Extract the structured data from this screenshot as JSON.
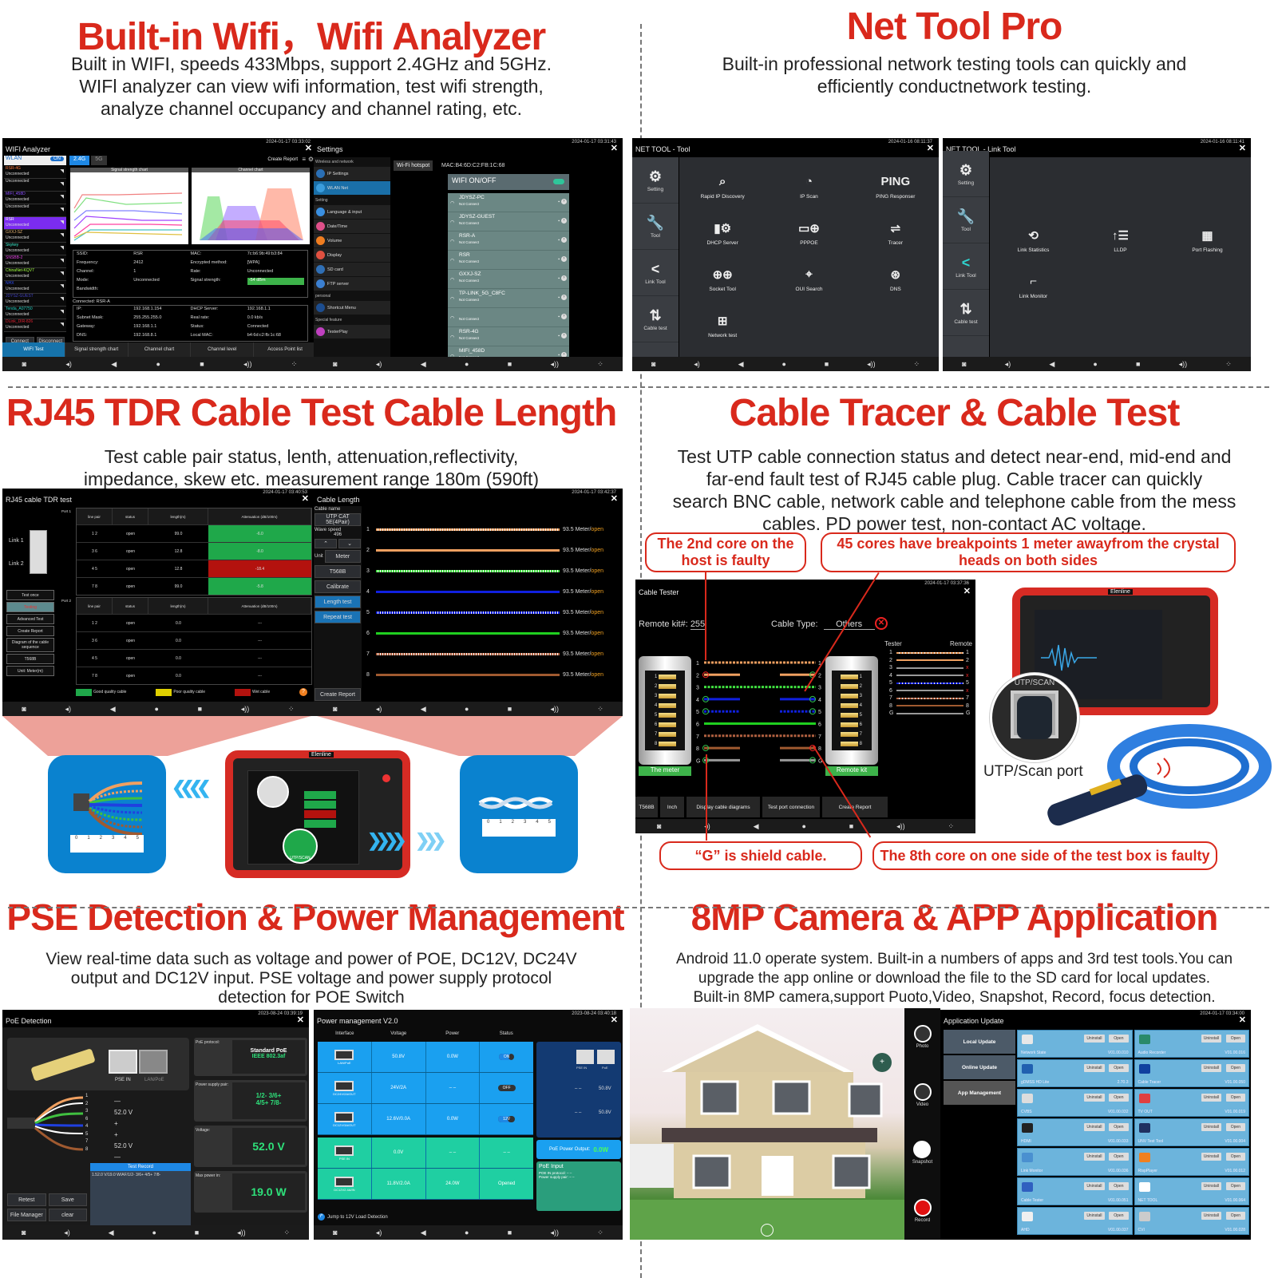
{
  "sections": {
    "wifi": {
      "title": "Built-in Wifi，Wifi Analyzer",
      "desc": [
        "Built in WIFI, speeds 433Mbps, support 2.4GHz and 5GHz.",
        "WIFl analyzer can view wifi information, test wifi strength,",
        "analyze channel occupancy and channel rating, etc."
      ]
    },
    "nettool": {
      "title": "Net Tool Pro",
      "desc": [
        "Built-in professional network testing tools can quickly and",
        "efficiently conductnetwork testing."
      ]
    },
    "tdr": {
      "title": "RJ45 TDR Cable Test Cable Length",
      "desc": [
        "Test cable pair status, lenth, attenuation,reflectivity,",
        "impedance, skew etc. measurement range 180m (590ft)"
      ]
    },
    "tracer": {
      "title": "Cable Tracer & Cable Test",
      "desc": [
        "Test UTP cable connection status and detect near-end, mid-end and",
        "far-end fault test of RJ45 cable plug. Cable tracer can quickly",
        "search BNC cable, network cable and telephone cable from the mess",
        "cables. PD power test, non-contact AC voltage."
      ]
    },
    "pse": {
      "title": "PSE Detection & Power Management",
      "desc": [
        "View real-time data such as voltage and power of POE, DC12V, DC24V",
        "output and DC12V input. PSE voltage and power supply protocol",
        "detection for POE Switch"
      ]
    },
    "camera": {
      "title": "8MP Camera & APP Application",
      "desc": [
        "Android 11.0 operate system. Built-in a numbers of apps and 3rd test tools.You can",
        "upgrade the app online or download the file to the SD card for local updates.",
        "Built-in 8MP camera,support Puoto,Video, Snapshot, Record, focus detection."
      ]
    }
  },
  "wifi_analyzer": {
    "title": "WIFI Analyzer",
    "status": "2024-01-17 03:33:02",
    "wlan_label": "WLAN",
    "toggle": "ON",
    "bands": [
      "2.4G",
      "5G"
    ],
    "create_report": "Create Report",
    "chart_titles": [
      "Signal strength chart",
      "Channel chart"
    ],
    "networks": [
      {
        "name": "RSR-4G",
        "state": "Unconnected",
        "color": "#ff7a3c"
      },
      {
        "name": "",
        "state": "Unconnected",
        "color": "#ccc"
      },
      {
        "name": "MIFI_458D",
        "state": "Unconnected",
        "color": "#8a4cff"
      },
      {
        "name": "",
        "state": "Unconnected",
        "color": "#ccc"
      },
      {
        "name": "RSR",
        "state": "Unconnected",
        "color": "#fff"
      },
      {
        "name": "GXXJ-SZ",
        "state": "Unconnected",
        "color": "#e0b070"
      },
      {
        "name": "Skykey",
        "state": "Unconnected",
        "color": "#3cf0d0"
      },
      {
        "name": "SNSBB-2",
        "state": "Unconnected",
        "color": "#e040e0"
      },
      {
        "name": "ChinaNet-KQV7",
        "state": "Unconnected",
        "color": "#a0ff40"
      },
      {
        "name": "NHX",
        "state": "Unconnected",
        "color": "#3050ff"
      },
      {
        "name": "JDYSZ-GUEST",
        "state": "Unconnected",
        "color": "#4040c0"
      },
      {
        "name": "Tenda_A07750",
        "state": "Unconnected",
        "color": "#20d0c0"
      },
      {
        "name": "DLink_DIR-826",
        "state": "Unconnected",
        "color": "#e02030"
      }
    ],
    "buttons": [
      "Connect",
      "Disconnect"
    ],
    "info": [
      [
        "SSID:",
        "RSR",
        "MAC:",
        "7c:b6:9b:49:b3:84"
      ],
      [
        "Frequency:",
        "2412",
        "Encrypted method:",
        "[WPA]"
      ],
      [
        "Channel:",
        "1",
        "Rate:",
        "Unconnected"
      ],
      [
        "Mode:",
        "Unconnected",
        "Signal strength:",
        "-54 dBm"
      ],
      [
        "Bandwidth:",
        "",
        "",
        ""
      ]
    ],
    "connected": "Connected: RSR-A",
    "info2": [
      [
        "IP:",
        "192.168.1.154",
        "DHCP Server:",
        "192.168.1.1"
      ],
      [
        "Subnet Mask:",
        "255.255.255.0",
        "Real rate:",
        "0.0 kb/s"
      ],
      [
        "Gateway:",
        "192.168.1.1",
        "Status:",
        "Connected"
      ],
      [
        "DNS:",
        "192.168.8.1",
        "Local MAC:",
        "b4:6d:c2:fb:1c:68"
      ]
    ],
    "tabs": [
      "WIFI Test",
      "Signal strength chart",
      "Channel chart",
      "Channel level",
      "Access Point list"
    ]
  },
  "settings": {
    "title": "Settings",
    "status": "2024-01-17 03:31:43",
    "groups": [
      {
        "header": "Wireless and network",
        "items": [
          "IP Settings",
          "WLAN Net"
        ]
      },
      {
        "header": "Setting",
        "items": [
          "Language & input",
          "Date/Time",
          "Volume",
          "Display",
          "SD card",
          "FTP server"
        ]
      },
      {
        "header": "personal",
        "items": [
          "Shortcut Menu"
        ]
      },
      {
        "header": "Special feature",
        "items": [
          "TesterPlay"
        ]
      }
    ],
    "hotspot_btn": "Wi-Fi hotspot",
    "mac": "MAC:B4:6D:C2:FB:1C:68",
    "wifi_toggle_label": "WIFI ON/OFF",
    "wifi_list": [
      {
        "ssid": "JDYSZ-PC",
        "state": "Not Connect"
      },
      {
        "ssid": "JDYSZ-GUEST",
        "state": "Not Connect"
      },
      {
        "ssid": "RSR-A",
        "state": "Not Connect"
      },
      {
        "ssid": "RSR",
        "state": "Not Connect"
      },
      {
        "ssid": "GXXJ-SZ",
        "state": "Not Connect"
      },
      {
        "ssid": "TP-LINK_5G_C8FC",
        "state": "Not Connect"
      },
      {
        "ssid": "",
        "state": "Not Connect"
      },
      {
        "ssid": "RSR-4G",
        "state": "Not Connect"
      },
      {
        "ssid": "MIFI_458D",
        "state": "Not Connect"
      }
    ]
  },
  "nettool_tool": {
    "title": "NET TOOL - Tool",
    "status": "2024-01-16 08:11:37",
    "sidebar": [
      "Setting",
      "Tool",
      "Link Tool",
      "Cable test"
    ],
    "tools": [
      {
        "label": "Rapid IP Discovery",
        "icon": "ip-discovery-icon",
        "glyph": "⌕"
      },
      {
        "label": "IP Scan",
        "icon": "radar-icon",
        "glyph": "◔"
      },
      {
        "label": "PING Responser",
        "icon": "ping-icon",
        "glyph": "PING"
      },
      {
        "label": "DHCP Server",
        "icon": "server-icon",
        "glyph": "▮⚙"
      },
      {
        "label": "PPPOE",
        "icon": "pppoe-icon",
        "glyph": "▭⊕"
      },
      {
        "label": "Tracer",
        "icon": "tracer-icon",
        "glyph": "⇌"
      },
      {
        "label": "Socket Tool",
        "icon": "socket-icon",
        "glyph": "⊕⊕"
      },
      {
        "label": "OUI Search",
        "icon": "oui-icon",
        "glyph": "⌖"
      },
      {
        "label": "DNS",
        "icon": "dns-icon",
        "glyph": "⊛"
      },
      {
        "label": "Network test",
        "icon": "network-test-icon",
        "glyph": "⊞"
      }
    ]
  },
  "nettool_link": {
    "title": "NET TOOL - Link Tool",
    "status": "2024-01-16 08:11:41",
    "sidebar": [
      "Setting",
      "Tool",
      "Link Tool",
      "Cable test"
    ],
    "tools": [
      {
        "label": "Link Statistics",
        "icon": "link-stats-icon",
        "glyph": "⟲"
      },
      {
        "label": "LLDP",
        "icon": "lldp-icon",
        "glyph": "↑☰"
      },
      {
        "label": "Port Flashing",
        "icon": "port-flash-icon",
        "glyph": "▦"
      },
      {
        "label": "Link Monitor",
        "icon": "link-monitor-icon",
        "glyph": "⌐"
      }
    ]
  },
  "tdr_screen": {
    "title": "RJ45 cable TDR test",
    "status": "2024-01-17 03:40:53",
    "links": [
      "Link 1",
      "Link 2"
    ],
    "buttons": [
      "Test once",
      "Testing",
      "Advanced Test",
      "Create Report",
      "Diagram of the cable sequence",
      "T568B",
      "Unit: Meter(m)"
    ],
    "headers": [
      "line pair",
      "status",
      "length(m)",
      "Attenuation (dB/100m)"
    ],
    "ports": [
      {
        "label": "Port 1",
        "rows": [
          {
            "pair": "1 2",
            "status": "open",
            "length": "99.0",
            "atten": "-6.0",
            "quality": "good"
          },
          {
            "pair": "3 6",
            "status": "open",
            "length": "12.8",
            "atten": "-8.0",
            "quality": "good"
          },
          {
            "pair": "4 5",
            "status": "open",
            "length": "12.8",
            "atten": "-18.4",
            "quality": "wet"
          },
          {
            "pair": "7 8",
            "status": "open",
            "length": "99.0",
            "atten": "-5.8",
            "quality": "good"
          }
        ]
      },
      {
        "label": "Port 2",
        "rows": [
          {
            "pair": "1 2",
            "status": "open",
            "length": "0.0",
            "atten": "---",
            "quality": "none"
          },
          {
            "pair": "3 6",
            "status": "open",
            "length": "0.0",
            "atten": "---",
            "quality": "none"
          },
          {
            "pair": "4 5",
            "status": "open",
            "length": "0.0",
            "atten": "---",
            "quality": "none"
          },
          {
            "pair": "7 8",
            "status": "open",
            "length": "0.0",
            "atten": "---",
            "quality": "none"
          }
        ]
      }
    ],
    "legend": [
      {
        "label": "Good quality cable",
        "color": "#1fa84a"
      },
      {
        "label": "Poor quality cable",
        "color": "#e0d000"
      },
      {
        "label": "Wet cable",
        "color": "#b3120e"
      }
    ]
  },
  "cable_length": {
    "title": "Cable Length",
    "status": "2024-01-17 03:42:37",
    "cable_name_label": "Cable name",
    "cable_name": "UTP CAT 5E(4Pair)",
    "wave_speed_label": "Wave speed",
    "wave_speed": "496",
    "unit_label": "Unit",
    "unit": "Meter",
    "buttons": [
      "T568B",
      "Calibrate",
      "Length test",
      "Repeat test",
      "Create Report"
    ],
    "lines": [
      {
        "n": "1",
        "value": "93.5 Meter/",
        "state": "open",
        "color": "#f0a060",
        "striped": true
      },
      {
        "n": "2",
        "value": "93.5 Meter/",
        "state": "open",
        "color": "#f0a060",
        "striped": false
      },
      {
        "n": "3",
        "value": "93.5 Meter/",
        "state": "open",
        "color": "#40e040",
        "striped": true
      },
      {
        "n": "4",
        "value": "93.5 Meter/",
        "state": "open",
        "color": "#1020e0",
        "striped": false
      },
      {
        "n": "5",
        "value": "93.5 Meter/",
        "state": "open",
        "color": "#1020e0",
        "striped": true
      },
      {
        "n": "6",
        "value": "93.5 Meter/",
        "state": "open",
        "color": "#20d020",
        "striped": false
      },
      {
        "n": "7",
        "value": "93.5 Meter/",
        "state": "open",
        "color": "#b06040",
        "striped": true
      },
      {
        "n": "8",
        "value": "93.5 Meter/",
        "state": "open",
        "color": "#a05a30",
        "striped": false
      }
    ]
  },
  "tdr_illustration": {
    "device_brand": "Elenline",
    "port_label": "UTP/SCAN",
    "ruler_ticks": [
      "0",
      "1",
      "2",
      "3",
      "4",
      "5"
    ]
  },
  "cable_tester": {
    "title": "Cable Tester",
    "status": "2024-01-17 03:37:36",
    "remote_kit_label": "Remote kit#:",
    "remote_kit_value": "255",
    "cable_type_label": "Cable Type:",
    "cable_type_value": "Others",
    "tester_label": "Tester",
    "remote_label": "Remote",
    "wires": [
      {
        "n": "1",
        "color": "#f0a060",
        "striped": true,
        "left": "",
        "right": "",
        "tester": "1",
        "remote": "1"
      },
      {
        "n": "2",
        "color": "#f0a060",
        "striped": false,
        "left": "x",
        "right": "ok",
        "tester": "2",
        "remote": "2"
      },
      {
        "n": "3",
        "color": "#40e040",
        "striped": true,
        "left": "",
        "right": "",
        "tester": "3",
        "remote": "x"
      },
      {
        "n": "4",
        "color": "#1020e0",
        "striped": false,
        "left": "ok",
        "right": "ok",
        "tester": "4",
        "remote": "x"
      },
      {
        "n": "5",
        "color": "#1020e0",
        "striped": true,
        "left": "ok",
        "right": "ok",
        "tester": "5",
        "remote": "5"
      },
      {
        "n": "6",
        "color": "#20d020",
        "striped": false,
        "left": "",
        "right": "",
        "tester": "6",
        "remote": "x"
      },
      {
        "n": "7",
        "color": "#b06040",
        "striped": true,
        "left": "",
        "right": "",
        "tester": "7",
        "remote": "7"
      },
      {
        "n": "8",
        "color": "#a05a30",
        "striped": false,
        "left": "ok",
        "right": "x",
        "tester": "8",
        "remote": "8"
      },
      {
        "n": "G",
        "color": "#999999",
        "striped": false,
        "left": "ok",
        "right": "ok",
        "tester": "G",
        "remote": "G"
      }
    ],
    "meter_label": "The meter",
    "remote_kit_btn": "Remote kit",
    "buttons": [
      "T568B",
      "Inch",
      "Display cable diagrams",
      "Test port connection",
      "Create Report"
    ]
  },
  "callouts": {
    "c1": "The 2nd core on the host is faulty",
    "c2": "45 cores have breakpoints 1 meter awayfrom the crystal heads on both sides",
    "c3": "“G”  is shield cable.",
    "c4": "The 8th core on one side of the test box is faulty"
  },
  "tracer_product": {
    "port_label": "UTP/SCAN",
    "caption": "UTP/Scan port",
    "brand": "Elenline"
  },
  "poe_detection": {
    "title": "PoE Detection",
    "status": "2023-08-24 03:39:19",
    "ports": [
      "PSE IN",
      "LAN/PoE"
    ],
    "pins": [
      "1",
      "2",
      "3",
      "6",
      "4",
      "5",
      "7",
      "8"
    ],
    "signs": [
      "—",
      "52.0 V",
      "+",
      "+",
      "52.0 V",
      "—"
    ],
    "record_title": "Test Record",
    "record": "1.52.0 V/19.0 W/AF/1/2-  3/6+  4/5+  7/8-",
    "buttons": [
      "Retest",
      "Save",
      "File Manager",
      "clear"
    ],
    "protocol_label": "PoE protocol:",
    "protocol_line1": "Standard PoE",
    "protocol_line2": "IEEE 802.3af",
    "pair_label": "Power supply pair:",
    "pair_line1": "1/2-   3/6+",
    "pair_line2": "4/5+   7/8-",
    "voltage_label": "Voltage:",
    "voltage": "52.0 V",
    "power_label": "Max power in:",
    "power": "19.0 W"
  },
  "power_mgmt": {
    "title": "Power management V2.0",
    "status": "2023-08-24 03:40:18",
    "headers": [
      "Interface",
      "Voltage",
      "Power",
      "Status"
    ],
    "rows": [
      {
        "iface": "LAN/PoE",
        "voltage": "50.8V",
        "power": "0.0W",
        "status": "ON",
        "kind": "toggle-on",
        "group": "out"
      },
      {
        "iface": "DC24V/2A/OUT",
        "voltage": "24V/2A",
        "power": "– –",
        "status": "OFF",
        "kind": "toggle-off",
        "group": "out"
      },
      {
        "iface": "DC12V/3A/OUT",
        "voltage": "12.6V/0.0A",
        "power": "0.0W",
        "status": "12V",
        "kind": "toggle-12v",
        "group": "out"
      },
      {
        "iface": "PSE IN",
        "voltage": "0.0V",
        "power": "– –",
        "status": "– –",
        "kind": "text",
        "group": "in"
      },
      {
        "iface": "DC12V2.4A/IN",
        "voltage": "11.8V/2.0A",
        "power": "24.0W",
        "status": "Opened",
        "kind": "text",
        "group": "in"
      }
    ],
    "diagram_ports": [
      "PSE IN",
      "PoE"
    ],
    "diagram_values": [
      "– –",
      "50.8V",
      "– –",
      "50.8V"
    ],
    "poe_output_label": "PoE Power Output:",
    "poe_output": "0.0W",
    "poe_input_title": "PoE Input",
    "poe_in_protocol": "POE IN protocol:  – –",
    "poe_in_pair": "Power supply pair: – –",
    "jump": "Jump to 12V Load Detection"
  },
  "camera_view": {
    "controls": [
      "Photo",
      "Video",
      "Snapshot",
      "Record"
    ]
  },
  "app_update": {
    "title": "Application Update",
    "status": "2024-01-17 03:34:00",
    "menu": [
      "Local Update",
      "Online Update",
      "App Management"
    ],
    "uninstall": "Uninstall",
    "open": "Open",
    "apps": [
      {
        "name": "Network State",
        "ver": "V01.00.010",
        "color": "#e8e8e8"
      },
      {
        "name": "Audio Recorder",
        "ver": "V01.00.016",
        "color": "#2a8a6a"
      },
      {
        "name": "gDMSS HD Lite",
        "ver": "2.70.3",
        "color": "#2060b0"
      },
      {
        "name": "Cable Tracer",
        "ver": "V01.00.050",
        "color": "#1040a0"
      },
      {
        "name": "CVBS",
        "ver": "V01.00.032",
        "color": "#dddddd"
      },
      {
        "name": "TV OUT",
        "ver": "V01.00.019",
        "color": "#e04040"
      },
      {
        "name": "HDMI",
        "ver": "V01.00.033",
        "color": "#222222"
      },
      {
        "name": "UNV Test Tool",
        "ver": "V01.00.004",
        "color": "#203060"
      },
      {
        "name": "Link Monitor",
        "ver": "V01.00.036",
        "color": "#4a90d0"
      },
      {
        "name": "RtspPlayer",
        "ver": "V01.00.012",
        "color": "#f08020"
      },
      {
        "name": "Cable Tester",
        "ver": "V01.00.051",
        "color": "#3060c0"
      },
      {
        "name": "NET TOOL",
        "ver": "V01.00.064",
        "color": "#ffffff"
      },
      {
        "name": "AHD",
        "ver": "V01.00.037",
        "color": "#f0f0f0"
      },
      {
        "name": "CVI",
        "ver": "V01.00.028",
        "color": "#cccccc"
      }
    ]
  },
  "navbar_icons": [
    "camera-icon",
    "volume-down-icon",
    "back-icon",
    "home-icon",
    "recents-icon",
    "volume-up-icon",
    "apps-icon"
  ]
}
